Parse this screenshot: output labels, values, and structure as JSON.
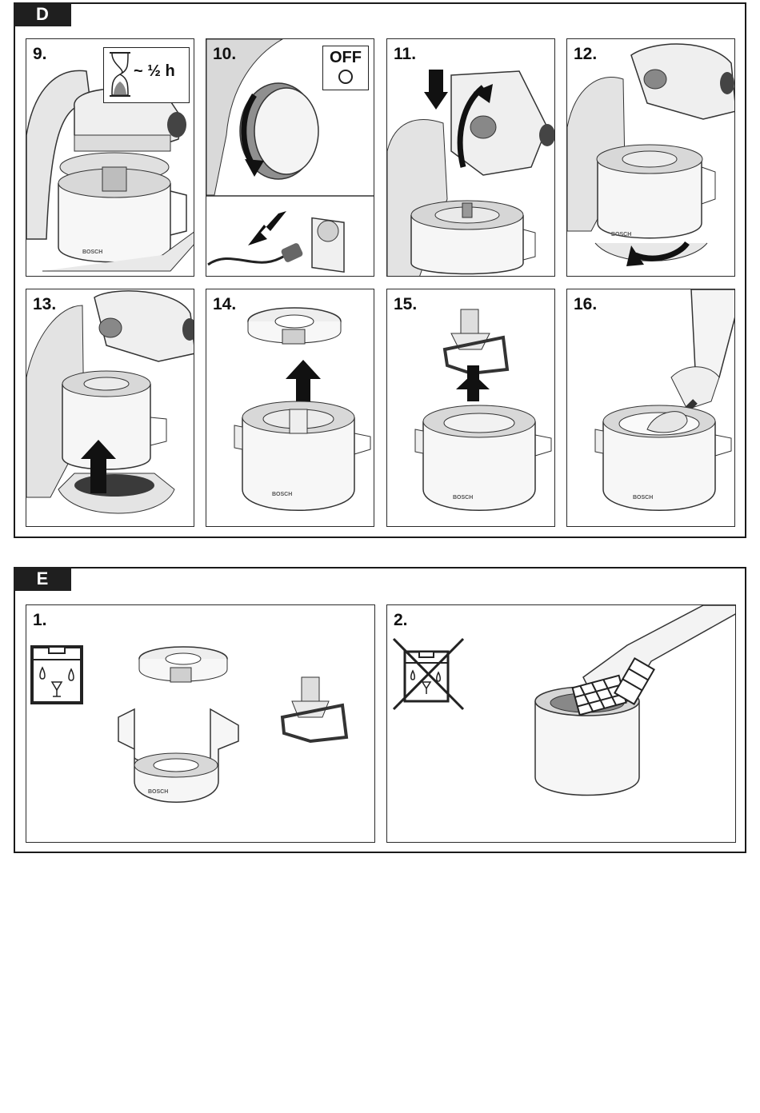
{
  "sections": {
    "d": {
      "label": "D"
    },
    "e": {
      "label": "E"
    }
  },
  "steps": {
    "s9": "9.",
    "s10": "10.",
    "s11": "11.",
    "s12": "12.",
    "s13": "13.",
    "s14": "14.",
    "s15": "15.",
    "s16": "16.",
    "e1": "1.",
    "e2": "2."
  },
  "timer": {
    "text": "~ ½ h"
  },
  "switch": {
    "text": "OFF"
  },
  "brand": {
    "text": "BOSCH"
  },
  "icons": {
    "hourglass": "hourglass-icon",
    "dishwasher_ok": "dishwasher-safe-icon",
    "dishwasher_no": "not-dishwasher-safe-icon"
  }
}
